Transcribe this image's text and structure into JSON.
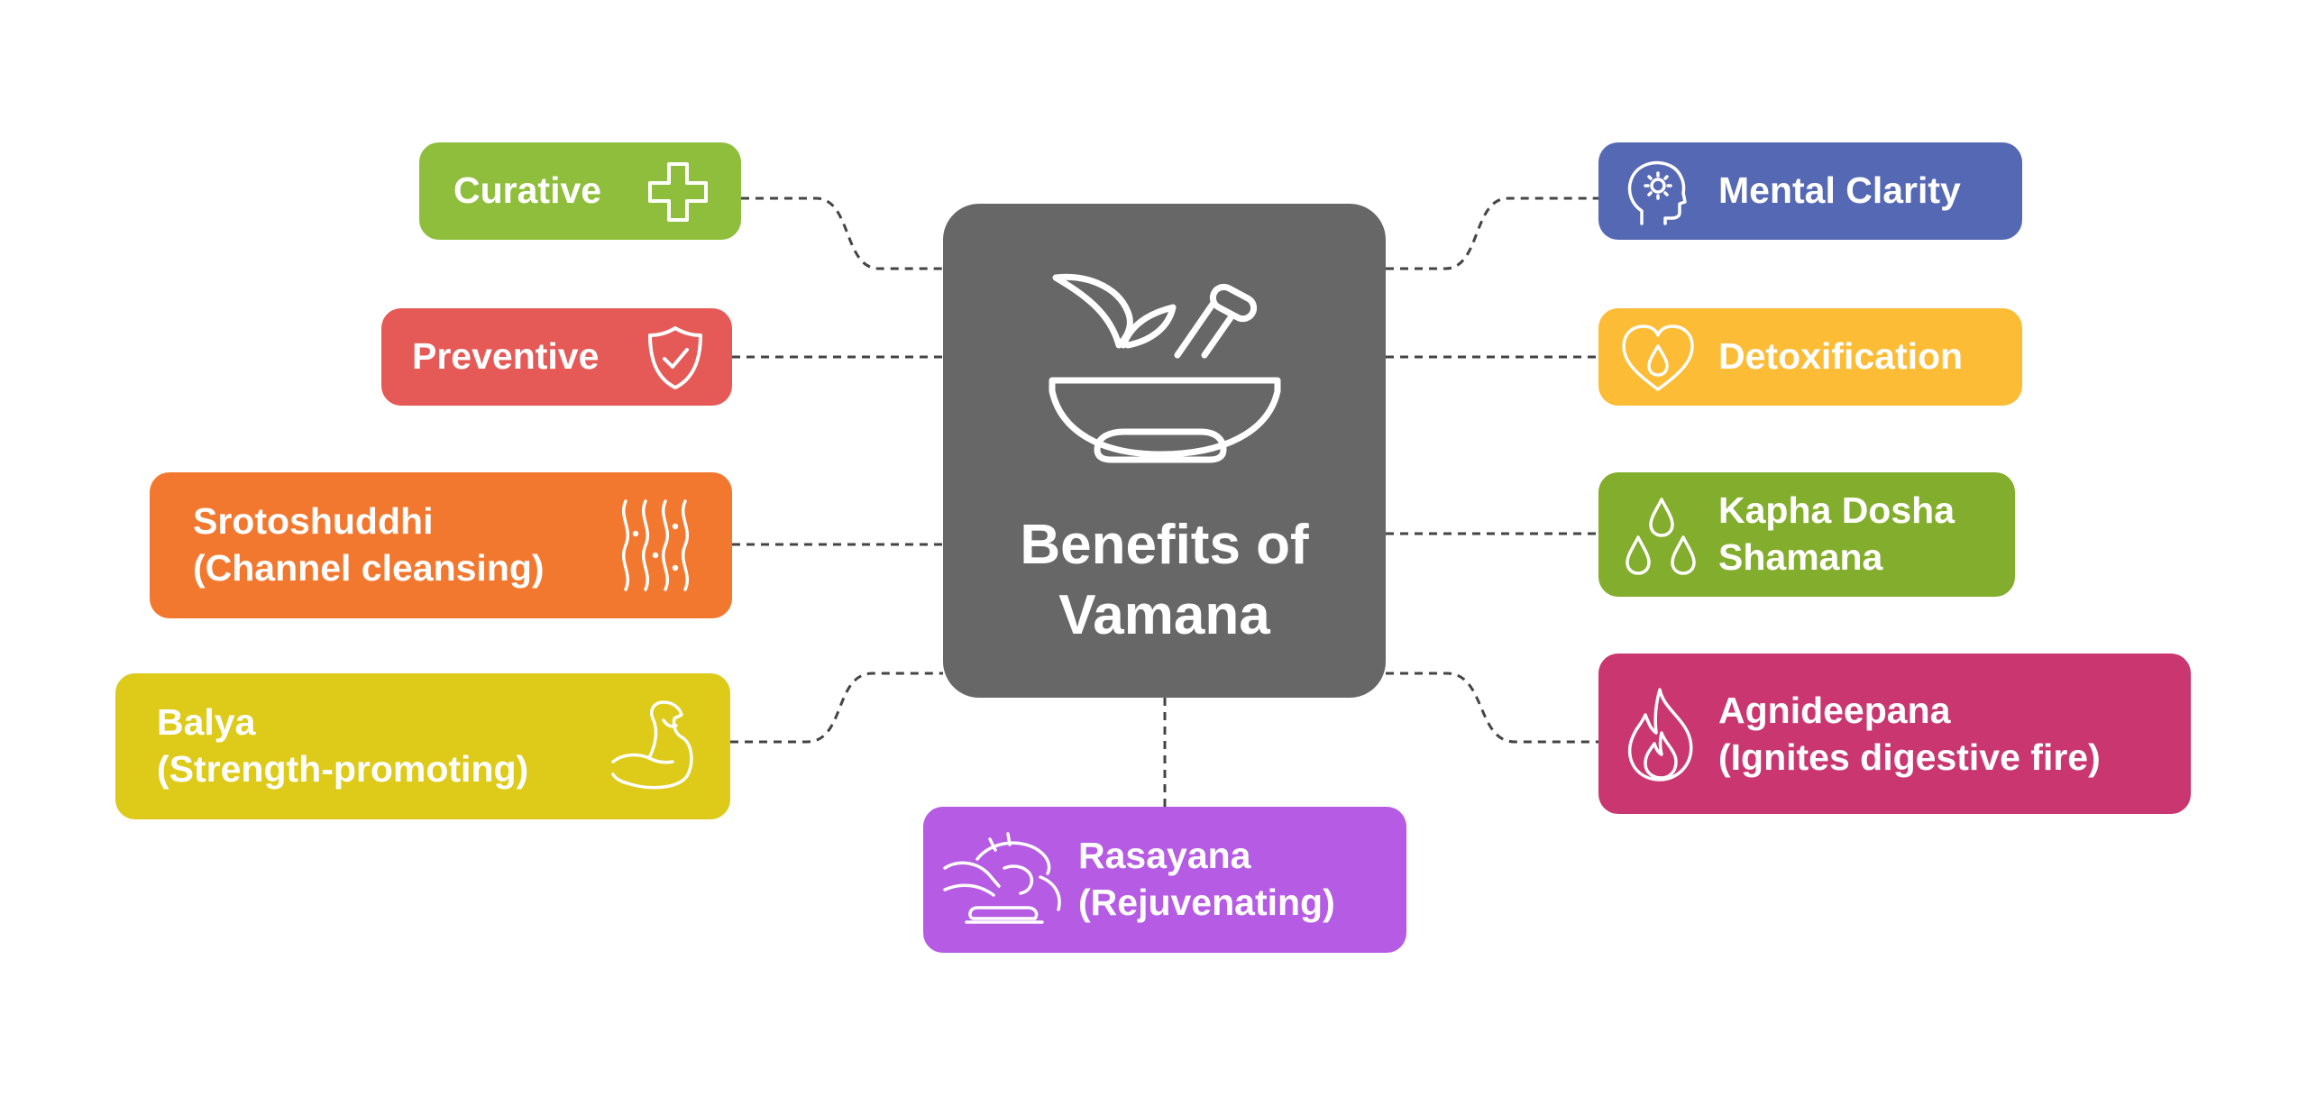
{
  "center": {
    "title_lines": [
      "Benefits of",
      "Vamana"
    ],
    "icon": "mortar-pestle-icon",
    "color": "#676767"
  },
  "benefits": {
    "curative": {
      "lines": [
        "Curative"
      ],
      "icon": "cross-icon",
      "color": "#8fbe3c"
    },
    "preventive": {
      "lines": [
        "Preventive"
      ],
      "icon": "shield-check-icon",
      "color": "#e55a57"
    },
    "srotoshuddhi": {
      "lines": [
        "Srotoshuddhi",
        "(Channel cleansing)"
      ],
      "icon": "wavy-lines-icon",
      "color": "#f3782f"
    },
    "balya": {
      "lines": [
        "Balya",
        "(Strength-promoting)"
      ],
      "icon": "flexed-arm-icon",
      "color": "#ddca19"
    },
    "rasayana": {
      "lines": [
        "Rasayana",
        "(Rejuvenating)"
      ],
      "icon": "face-massage-icon",
      "color": "#b55be4"
    },
    "mental_clarity": {
      "lines": [
        "Mental Clarity"
      ],
      "icon": "head-brain-icon",
      "color": "#5568b4"
    },
    "detoxification": {
      "lines": [
        "Detoxification"
      ],
      "icon": "heart-drop-icon",
      "color": "#fdbc35"
    },
    "kapha": {
      "lines": [
        "Kapha Dosha",
        "Shamana"
      ],
      "icon": "water-drops-icon",
      "color": "#83ad2c"
    },
    "agnideepana": {
      "lines": [
        "Agnideepana",
        "(Ignites digestive fire)"
      ],
      "icon": "flame-icon",
      "color": "#c93670"
    }
  },
  "connector_color": "#444444"
}
